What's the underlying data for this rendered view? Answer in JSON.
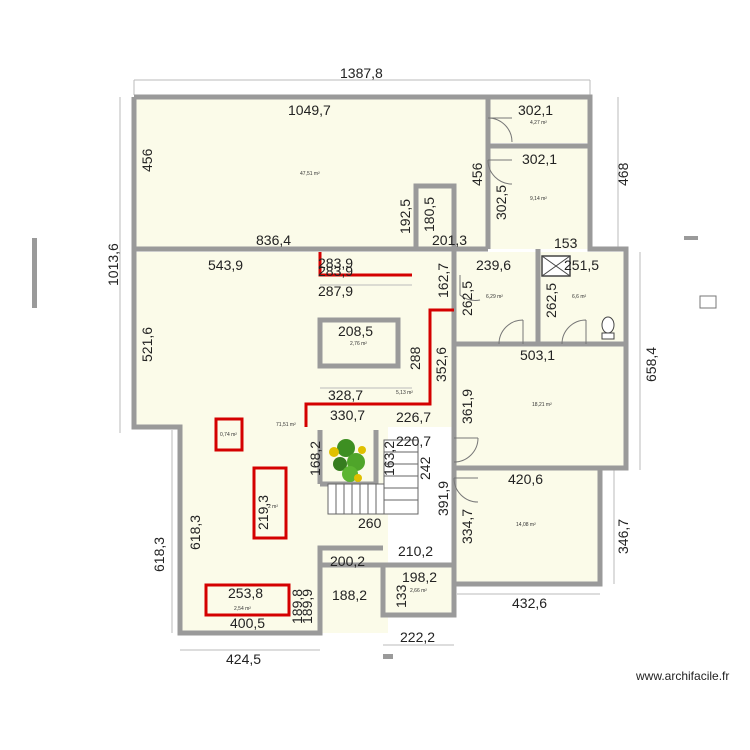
{
  "plan": {
    "dimensions": [
      "1387,8",
      "1049,7",
      "302,1",
      "302,1",
      "456",
      "456",
      "468",
      "1013,6",
      "836,4",
      "192,5",
      "180,5",
      "201,3",
      "302,5",
      "153",
      "543,9",
      "283,9",
      "283,9",
      "287,9",
      "162,7",
      "239,6",
      "251,5",
      "262,5",
      "262,5",
      "521,6",
      "208,5",
      "288",
      "352,6",
      "503,1",
      "658,4",
      "328,7",
      "330,7",
      "226,7",
      "168,2",
      "163,2",
      "220,7",
      "361,9",
      "242",
      "391,9",
      "420,6",
      "219,3",
      "260",
      "618,3",
      "618,3",
      "334,7",
      "346,7",
      "200,2",
      "210,2",
      "198,2",
      "253,8",
      "188,2",
      "189,9",
      "189,8",
      "133",
      "400,5",
      "424,5",
      "432,6",
      "222,2"
    ],
    "areas": [
      "47,51 m²",
      "4,27 m²",
      "9,14 m²",
      "6,29 m²",
      "6,6 m²",
      "2,76 m²",
      "5,13 m²",
      "18,21 m²",
      "71,51 m²",
      "0,74 m²",
      "2 m²",
      "14,08 m²",
      "2,66 m²",
      "2,54 m²"
    ],
    "watermark": "www.archifacile.fr"
  }
}
